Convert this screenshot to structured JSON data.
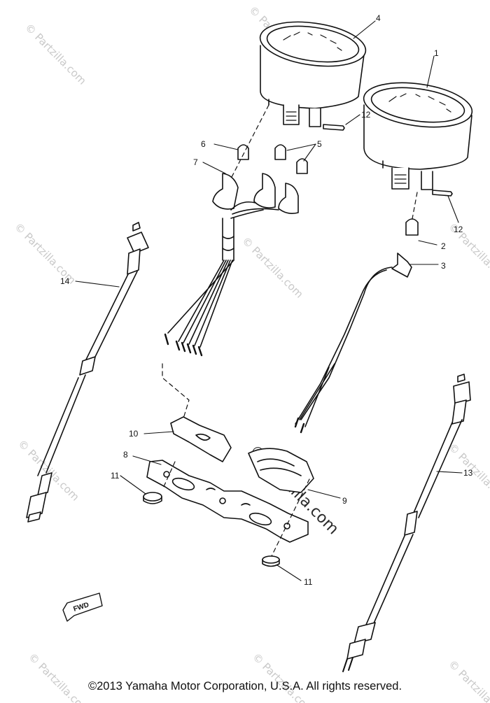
{
  "callouts": {
    "c1": "1",
    "c2": "2",
    "c3": "3",
    "c4": "4",
    "c5": "5",
    "c6": "6",
    "c7": "7",
    "c8": "8",
    "c9": "9",
    "c10": "10",
    "c11a": "11",
    "c11b": "11",
    "c12a": "12",
    "c12b": "12",
    "c13": "13",
    "c14": "14"
  },
  "fwd_label": "FWD",
  "watermark": "© Partzilla.com",
  "copyright": "©2013 Yamaha Motor Corporation, U.S.A. All rights reserved.",
  "colors": {
    "line": "#111111",
    "watermark": "#c9c9c9",
    "background": "#ffffff"
  }
}
